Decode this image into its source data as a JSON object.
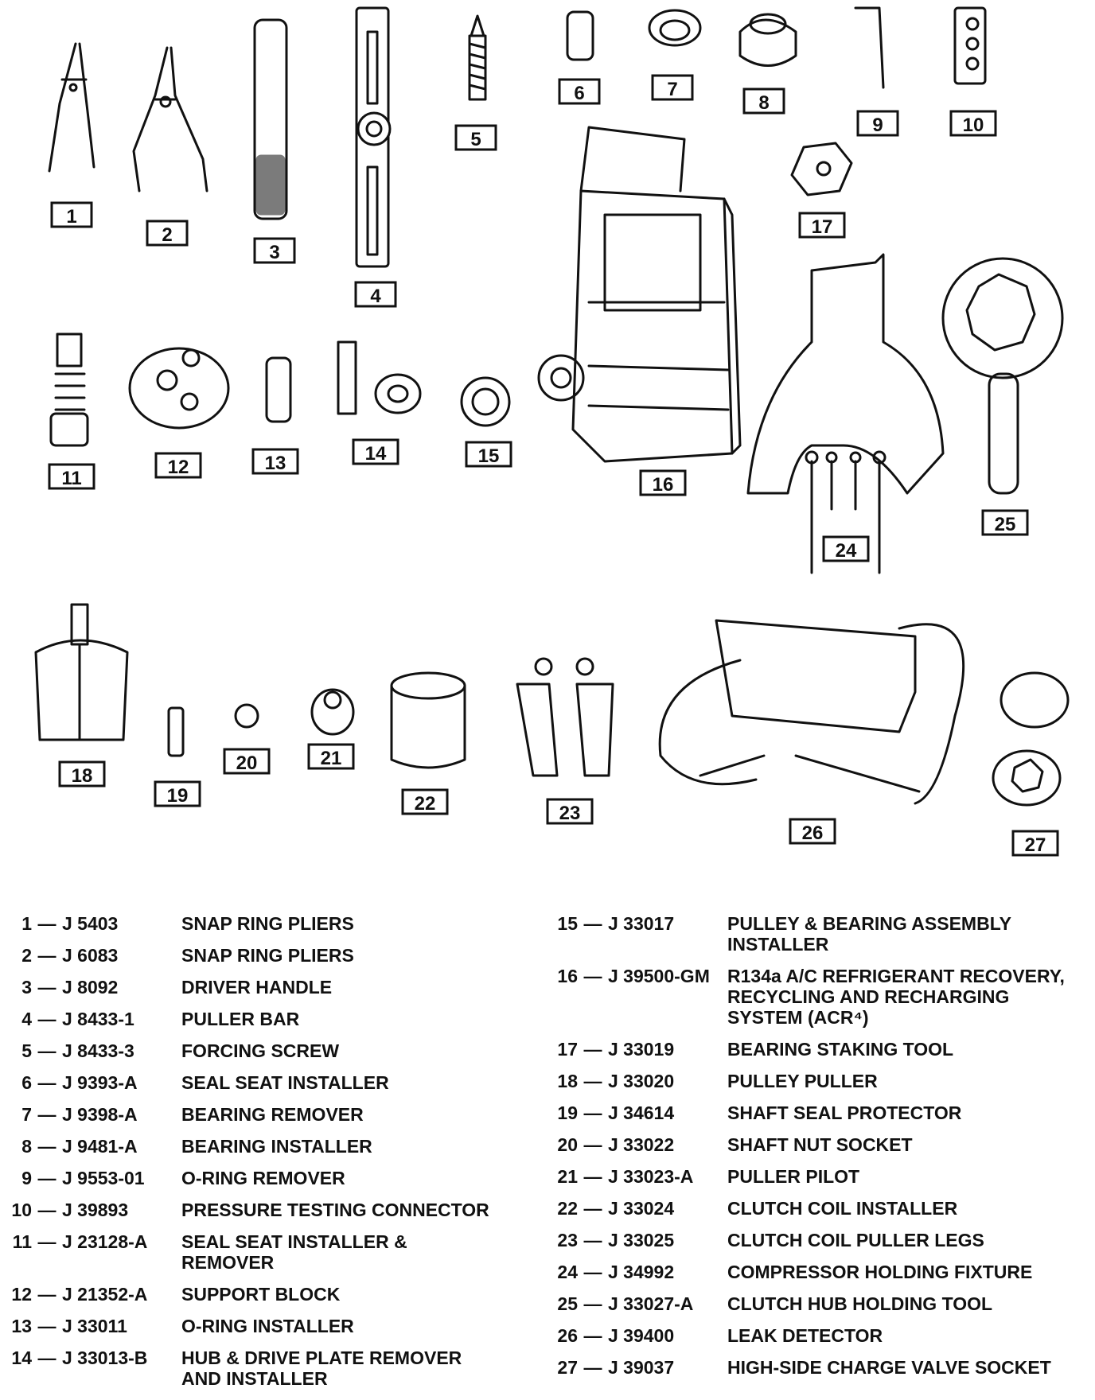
{
  "figure": {
    "callouts": [
      "1",
      "2",
      "3",
      "4",
      "5",
      "6",
      "7",
      "8",
      "9",
      "10",
      "11",
      "12",
      "13",
      "14",
      "15",
      "16",
      "17",
      "18",
      "19",
      "20",
      "21",
      "22",
      "23",
      "24",
      "25",
      "26",
      "27"
    ]
  },
  "legend": {
    "left": [
      {
        "num": "1",
        "part": "J 5403",
        "desc": "SNAP RING PLIERS"
      },
      {
        "num": "2",
        "part": "J 6083",
        "desc": "SNAP RING PLIERS"
      },
      {
        "num": "3",
        "part": "J 8092",
        "desc": "DRIVER HANDLE"
      },
      {
        "num": "4",
        "part": "J 8433-1",
        "desc": "PULLER BAR"
      },
      {
        "num": "5",
        "part": "J 8433-3",
        "desc": "FORCING SCREW"
      },
      {
        "num": "6",
        "part": "J 9393-A",
        "desc": "SEAL SEAT INSTALLER"
      },
      {
        "num": "7",
        "part": "J 9398-A",
        "desc": "BEARING REMOVER"
      },
      {
        "num": "8",
        "part": "J 9481-A",
        "desc": "BEARING INSTALLER"
      },
      {
        "num": "9",
        "part": "J 9553-01",
        "desc": "O-RING REMOVER"
      },
      {
        "num": "10",
        "part": "J 39893",
        "desc": "PRESSURE TESTING CONNECTOR"
      },
      {
        "num": "11",
        "part": "J 23128-A",
        "desc": "SEAL SEAT INSTALLER &\nREMOVER"
      },
      {
        "num": "12",
        "part": "J 21352-A",
        "desc": "SUPPORT BLOCK"
      },
      {
        "num": "13",
        "part": "J 33011",
        "desc": "O-RING INSTALLER"
      },
      {
        "num": "14",
        "part": "J 33013-B",
        "desc": "HUB & DRIVE PLATE REMOVER\nAND INSTALLER"
      }
    ],
    "right": [
      {
        "num": "15",
        "part": "J 33017",
        "desc": "PULLEY & BEARING ASSEMBLY\nINSTALLER"
      },
      {
        "num": "16",
        "part": "J 39500-GM",
        "desc": "R134a A/C REFRIGERANT RECOVERY,\nRECYCLING AND RECHARGING\nSYSTEM (ACR⁴)"
      },
      {
        "num": "17",
        "part": "J 33019",
        "desc": "BEARING STAKING TOOL"
      },
      {
        "num": "18",
        "part": "J 33020",
        "desc": "PULLEY PULLER"
      },
      {
        "num": "19",
        "part": "J 34614",
        "desc": "SHAFT SEAL PROTECTOR"
      },
      {
        "num": "20",
        "part": "J 33022",
        "desc": "SHAFT NUT SOCKET"
      },
      {
        "num": "21",
        "part": "J 33023-A",
        "desc": "PULLER PILOT"
      },
      {
        "num": "22",
        "part": "J 33024",
        "desc": "CLUTCH COIL INSTALLER"
      },
      {
        "num": "23",
        "part": "J 33025",
        "desc": "CLUTCH COIL PULLER LEGS"
      },
      {
        "num": "24",
        "part": "J 34992",
        "desc": "COMPRESSOR HOLDING FIXTURE"
      },
      {
        "num": "25",
        "part": "J 33027-A",
        "desc": "CLUTCH HUB HOLDING TOOL"
      },
      {
        "num": "26",
        "part": "J 39400",
        "desc": "LEAK DETECTOR"
      },
      {
        "num": "27",
        "part": "J 39037",
        "desc": "HIGH-SIDE CHARGE VALVE SOCKET"
      }
    ],
    "dash": "—"
  }
}
